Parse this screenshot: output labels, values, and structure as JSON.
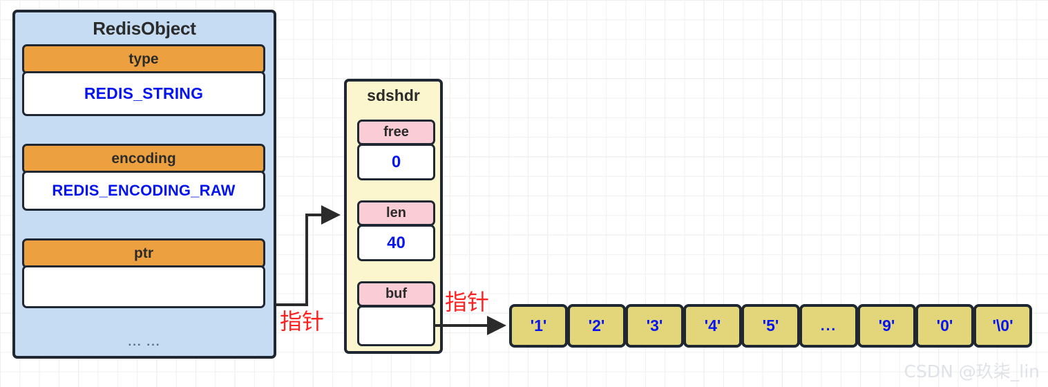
{
  "diagram": {
    "title": "Redis string object (RedisObject) pointing to an SDS (sdshdr) structure",
    "colors": {
      "object_fill": "#c6dcf2",
      "field_header_fill": "#eda040",
      "field_value_fill": "#ffffff",
      "sds_fill": "#fbf6cd",
      "sds_header_fill": "#f9ccd6",
      "char_cell_fill": "#e3d579",
      "value_text": "#0615f0",
      "annotation": "#ff2020",
      "stroke": "#1f2733"
    }
  },
  "redis_object": {
    "title": "RedisObject",
    "ellipsis": "... ...",
    "fields": [
      {
        "name": "type",
        "value": "REDIS_STRING"
      },
      {
        "name": "encoding",
        "value": "REDIS_ENCODING_RAW"
      },
      {
        "name": "ptr",
        "value": ""
      }
    ]
  },
  "sdshdr": {
    "title": "sdshdr",
    "fields": [
      {
        "name": "free",
        "value": "0"
      },
      {
        "name": "len",
        "value": "40"
      },
      {
        "name": "buf",
        "value": ""
      }
    ]
  },
  "char_array": {
    "cells": [
      "'1'",
      "'2'",
      "'3'",
      "'4'",
      "'5'",
      "...",
      "'9'",
      "'0'",
      "'\\0'"
    ]
  },
  "annotations": {
    "pointer_ptr_to_sdshdr": "指针",
    "pointer_buf_to_array": "指针"
  },
  "watermark": {
    "text": "CSDN @玖柒_lin"
  }
}
